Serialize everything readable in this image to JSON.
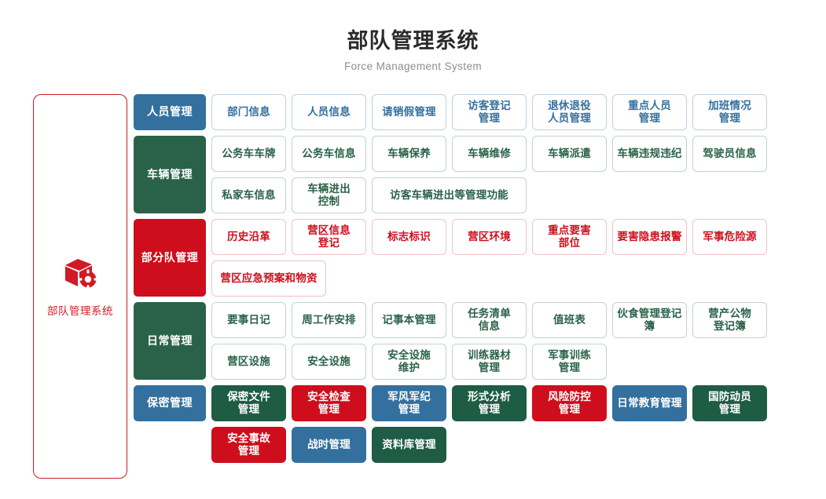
{
  "header": {
    "title": "部队管理系统",
    "subtitle": "Force Management System"
  },
  "brand": {
    "icon": "box-gear-icon",
    "label": "部队管理系统",
    "border_color": "#d11a26",
    "text_color": "#d11a26"
  },
  "palette": {
    "blue": "#33709e",
    "green": "#2a6249",
    "green_dark": "#1f5c45",
    "red": "#ce0e1c",
    "outline_blue": "#bcd2e2",
    "outline_green": "#c2d3cb",
    "outline_red": "#eec2c6",
    "title": "#2b2b2b",
    "subtitle": "#8d8d8d"
  },
  "sections": [
    {
      "id": "personnel",
      "head": "人员管理",
      "head_style": "blue",
      "rows": [
        [
          {
            "label": "部门信息",
            "style": "o-blue",
            "span": 1
          },
          {
            "label": "人员信息",
            "style": "o-blue",
            "span": 1
          },
          {
            "label": "请销假管理",
            "style": "o-blue",
            "span": 1
          },
          {
            "label": "访客登记\n管理",
            "style": "o-blue",
            "span": 1
          },
          {
            "label": "退休退役\n人员管理",
            "style": "o-blue",
            "span": 1
          },
          {
            "label": "重点人员\n管理",
            "style": "o-blue",
            "span": 1
          },
          {
            "label": "加班情况\n管理",
            "style": "o-blue",
            "span": 1
          }
        ]
      ]
    },
    {
      "id": "vehicle",
      "head": "车辆管理",
      "head_style": "green",
      "rows": [
        [
          {
            "label": "公务车车牌",
            "style": "o-green",
            "span": 1
          },
          {
            "label": "公务车信息",
            "style": "o-green",
            "span": 1
          },
          {
            "label": "车辆保养",
            "style": "o-green",
            "span": 1
          },
          {
            "label": "车辆维修",
            "style": "o-green",
            "span": 1
          },
          {
            "label": "车辆派遣",
            "style": "o-green",
            "span": 1
          },
          {
            "label": "车辆违规违纪",
            "style": "o-green",
            "span": 1
          },
          {
            "label": "驾驶员信息",
            "style": "o-green",
            "span": 1
          }
        ],
        [
          {
            "label": "私家车信息",
            "style": "o-green",
            "span": 1
          },
          {
            "label": "车辆进出\n控制",
            "style": "o-green",
            "span": 1
          },
          {
            "label": "访客车辆进出等管理功能",
            "style": "o-green",
            "span": 2
          }
        ]
      ]
    },
    {
      "id": "unit",
      "head": "部分队管理",
      "head_style": "red",
      "rows": [
        [
          {
            "label": "历史沿革",
            "style": "o-red",
            "span": 1
          },
          {
            "label": "营区信息\n登记",
            "style": "o-red",
            "span": 1
          },
          {
            "label": "标志标识",
            "style": "o-red",
            "span": 1
          },
          {
            "label": "营区环境",
            "style": "o-red",
            "span": 1
          },
          {
            "label": "重点要害\n部位",
            "style": "o-red",
            "span": 1
          },
          {
            "label": "要害隐患报警",
            "style": "o-red",
            "span": 1
          },
          {
            "label": "军事危险源",
            "style": "o-red",
            "span": 1
          }
        ],
        [
          {
            "label": "营区应急预案和物资",
            "style": "o-red",
            "span": 1.5
          }
        ]
      ]
    },
    {
      "id": "daily",
      "head": "日常管理",
      "head_style": "green",
      "rows": [
        [
          {
            "label": "要事日记",
            "style": "o-green",
            "span": 1
          },
          {
            "label": "周工作安排",
            "style": "o-green",
            "span": 1
          },
          {
            "label": "记事本管理",
            "style": "o-green",
            "span": 1
          },
          {
            "label": "任务清单\n信息",
            "style": "o-green",
            "span": 1
          },
          {
            "label": "值班表",
            "style": "o-green",
            "span": 1
          },
          {
            "label": "伙食管理登记簿",
            "style": "o-green",
            "span": 1
          },
          {
            "label": "营产公物\n登记簿",
            "style": "o-green",
            "span": 1
          }
        ],
        [
          {
            "label": "营区设施",
            "style": "o-green",
            "span": 1
          },
          {
            "label": "安全设施",
            "style": "o-green",
            "span": 1
          },
          {
            "label": "安全设施\n维护",
            "style": "o-green",
            "span": 1
          },
          {
            "label": "训练器材\n管理",
            "style": "o-green",
            "span": 1
          },
          {
            "label": "军事训练\n管理",
            "style": "o-green",
            "span": 1
          }
        ]
      ]
    },
    {
      "id": "secrecy",
      "head": "保密管理",
      "head_style": "blue",
      "rows": [
        [
          {
            "label": "保密文件\n管理",
            "style": "f-green",
            "span": 1
          },
          {
            "label": "安全检查\n管理",
            "style": "f-red",
            "span": 1
          },
          {
            "label": "军风军纪\n管理",
            "style": "f-blue",
            "span": 1
          },
          {
            "label": "形式分析\n管理",
            "style": "f-green",
            "span": 1
          },
          {
            "label": "风险防控\n管理",
            "style": "f-red",
            "span": 1
          },
          {
            "label": "日常教育管理",
            "style": "f-blue",
            "span": 1
          },
          {
            "label": "国防动员\n管理",
            "style": "f-green",
            "span": 1
          }
        ]
      ]
    },
    {
      "id": "trailing",
      "head": "",
      "head_style": "none",
      "rows": [
        [
          {
            "label": "安全事故\n管理",
            "style": "f-red",
            "span": 1
          },
          {
            "label": "战时管理",
            "style": "f-blue",
            "span": 1
          },
          {
            "label": "资料库管理",
            "style": "f-green",
            "span": 1
          }
        ]
      ]
    }
  ]
}
